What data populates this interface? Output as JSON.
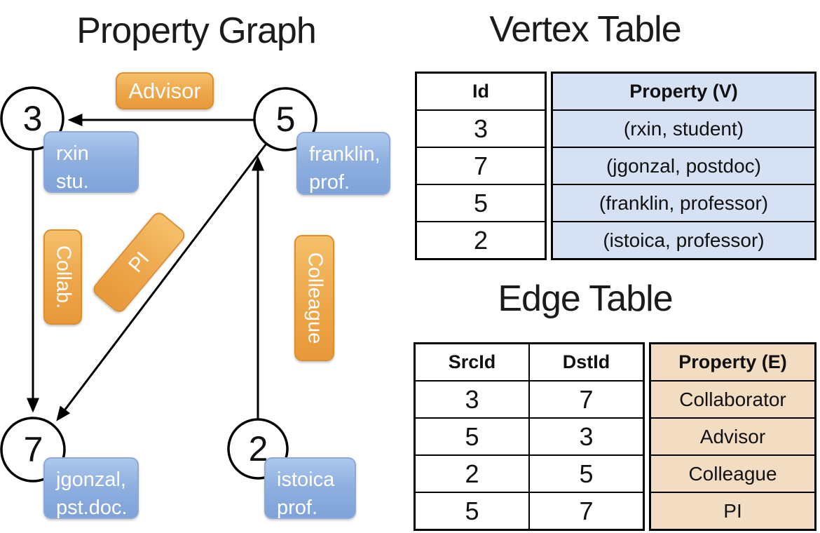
{
  "colors": {
    "edge_label_orange": "#EC9F3E",
    "vertex_label_blue": "#86A7DB",
    "vertex_table_fill": "#D6E1F3",
    "edge_table_fill": "#F3DDC2",
    "line_black": "#000000",
    "label_text_white": "#FFFFFF"
  },
  "graph": {
    "title": "Property Graph",
    "nodes": [
      {
        "id": "3",
        "label_line1": "rxin",
        "label_line2": "stu."
      },
      {
        "id": "5",
        "label_line1": "franklin,",
        "label_line2": "prof."
      },
      {
        "id": "7",
        "label_line1": "jgonzal,",
        "label_line2": "pst.doc."
      },
      {
        "id": "2",
        "label_line1": "istoica",
        "label_line2": "prof."
      }
    ],
    "edge_labels": {
      "advisor": "Advisor",
      "collab": "Collab.",
      "pi": "PI",
      "colleague": "Colleague"
    }
  },
  "vertex_table": {
    "title": "Vertex Table",
    "headers": {
      "id": "Id",
      "property": "Property (V)"
    },
    "rows": [
      {
        "id": "3",
        "property": "(rxin, student)"
      },
      {
        "id": "7",
        "property": "(jgonzal, postdoc)"
      },
      {
        "id": "5",
        "property": "(franklin, professor)"
      },
      {
        "id": "2",
        "property": "(istoica, professor)"
      }
    ]
  },
  "edge_table": {
    "title": "Edge Table",
    "headers": {
      "src": "SrcId",
      "dst": "DstId",
      "property": "Property (E)"
    },
    "rows": [
      {
        "src": "3",
        "dst": "7",
        "property": "Collaborator"
      },
      {
        "src": "5",
        "dst": "3",
        "property": "Advisor"
      },
      {
        "src": "2",
        "dst": "5",
        "property": "Colleague"
      },
      {
        "src": "5",
        "dst": "7",
        "property": "PI"
      }
    ]
  }
}
